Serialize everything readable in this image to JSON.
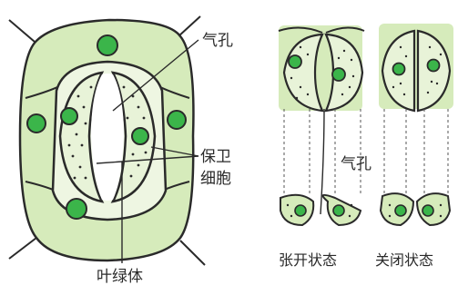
{
  "labels": {
    "stoma": "气孔",
    "guard_cell_line1": "保卫",
    "guard_cell_line2": "细胞",
    "chloroplast": "叶绿体",
    "stoma_right": "气孔",
    "open_state": "张开状态",
    "closed_state": "关闭状态"
  },
  "colors": {
    "cell_fill": "#d6ebbb",
    "inner_fill": "#eef6e2",
    "outline": "#2a2a2a",
    "chloroplast_fill": "#3bb54a",
    "guard_fill": "#e8f3d8",
    "dots": "#2a2a2a"
  }
}
